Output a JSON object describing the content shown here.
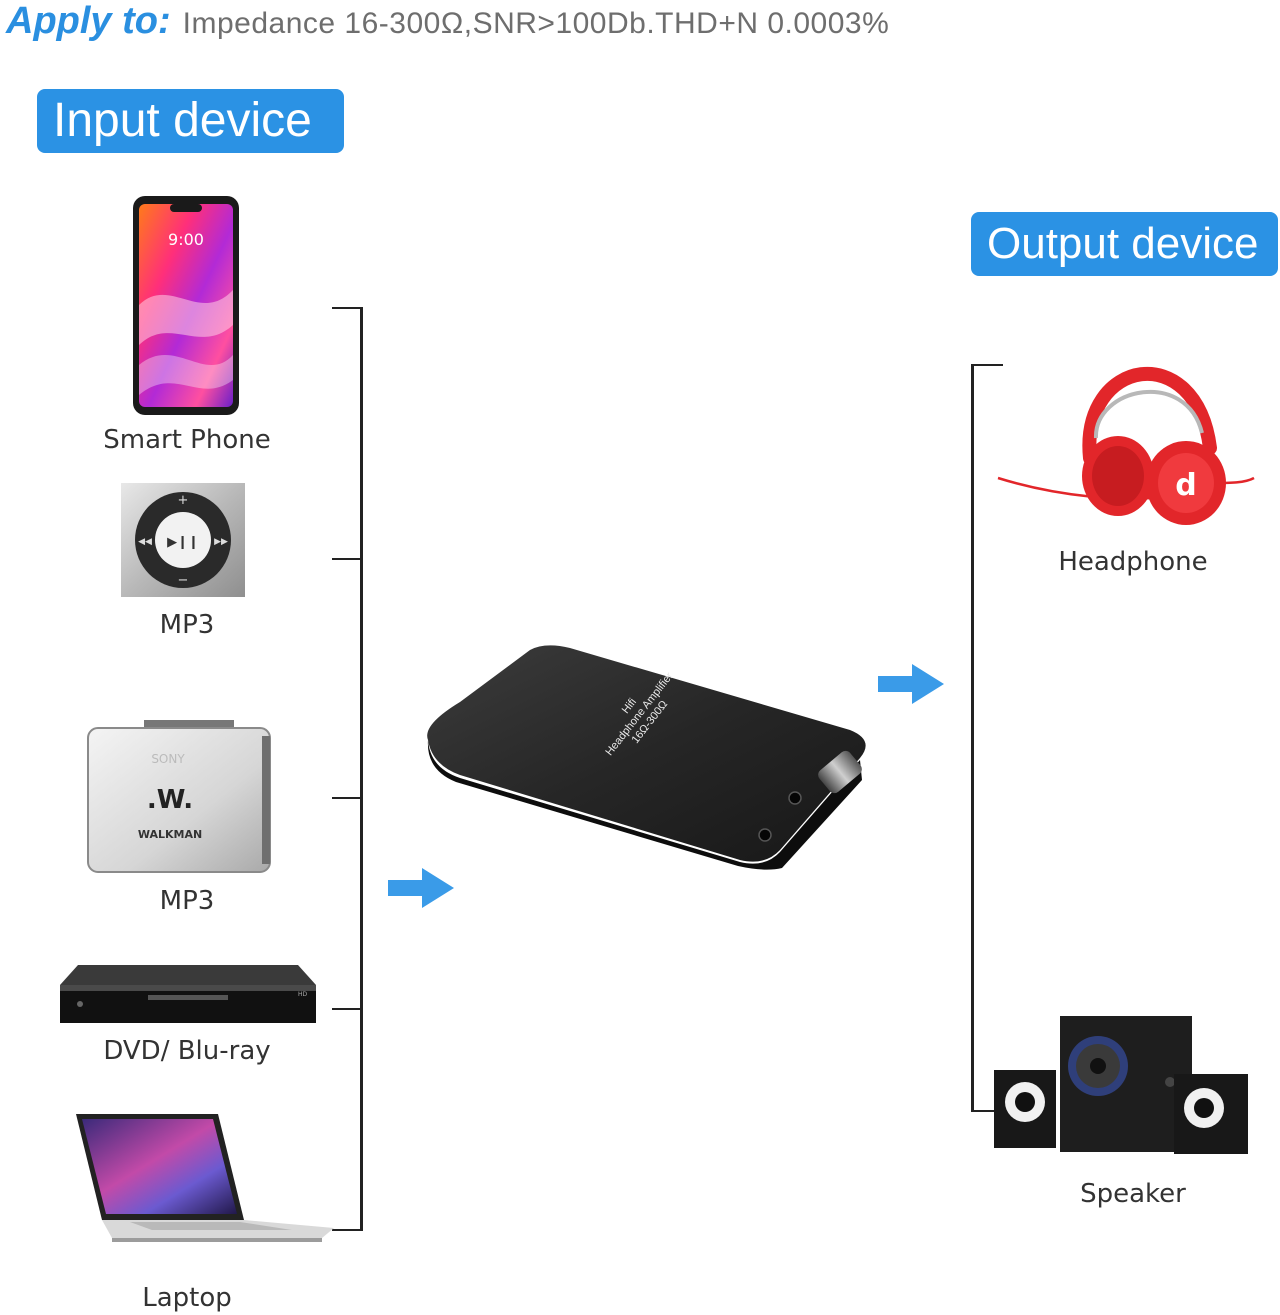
{
  "header": {
    "apply_label": "Apply to:",
    "spec_text": "Impedance 16-300Ω,SNR>100Db.THD+N 0.0003%"
  },
  "sections": {
    "input_title": "Input device",
    "output_title": "Output device"
  },
  "input_devices": [
    {
      "label": "Smart Phone",
      "icon": "smartphone-icon"
    },
    {
      "label": "MP3",
      "icon": "mp3-player-icon"
    },
    {
      "label": "MP3",
      "icon": "cassette-walkman-icon"
    },
    {
      "label": "DVD/ Blu-ray",
      "icon": "dvd-player-icon"
    },
    {
      "label": "Laptop",
      "icon": "laptop-icon"
    }
  ],
  "amplifier": {
    "line1": "Hifi",
    "line2": "Headphone Amplifier",
    "line3": "16Ω-300Ω"
  },
  "output_devices": [
    {
      "label": "Headphone",
      "icon": "headphone-icon"
    },
    {
      "label": "Speaker",
      "icon": "speaker-icon"
    }
  ],
  "colors": {
    "accent": "#2b92e4",
    "arrow": "#3a9be8",
    "headphone_red": "#e2262a"
  }
}
